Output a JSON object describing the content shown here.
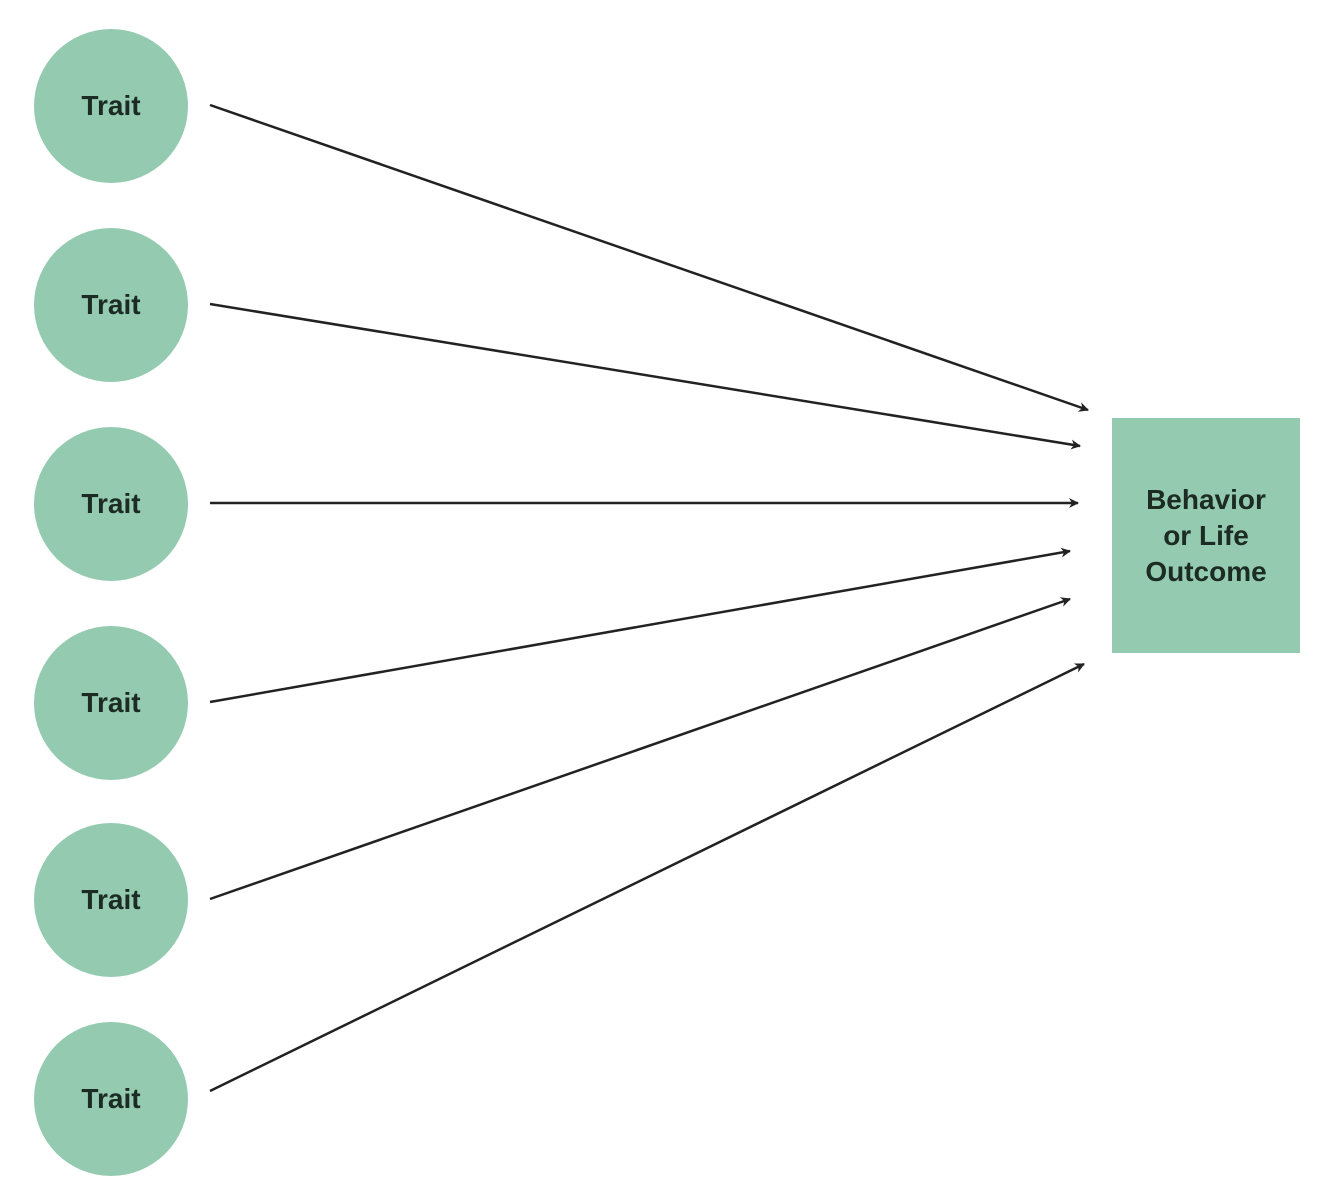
{
  "colors": {
    "node_fill": "#94cbb0",
    "arrow": "#222222",
    "text": "#1c2b24"
  },
  "traits": [
    {
      "label": "Trait"
    },
    {
      "label": "Trait"
    },
    {
      "label": "Trait"
    },
    {
      "label": "Trait"
    },
    {
      "label": "Trait"
    },
    {
      "label": "Trait"
    }
  ],
  "outcome": {
    "lines": [
      "Behavior",
      "or Life",
      "Outcome"
    ]
  }
}
